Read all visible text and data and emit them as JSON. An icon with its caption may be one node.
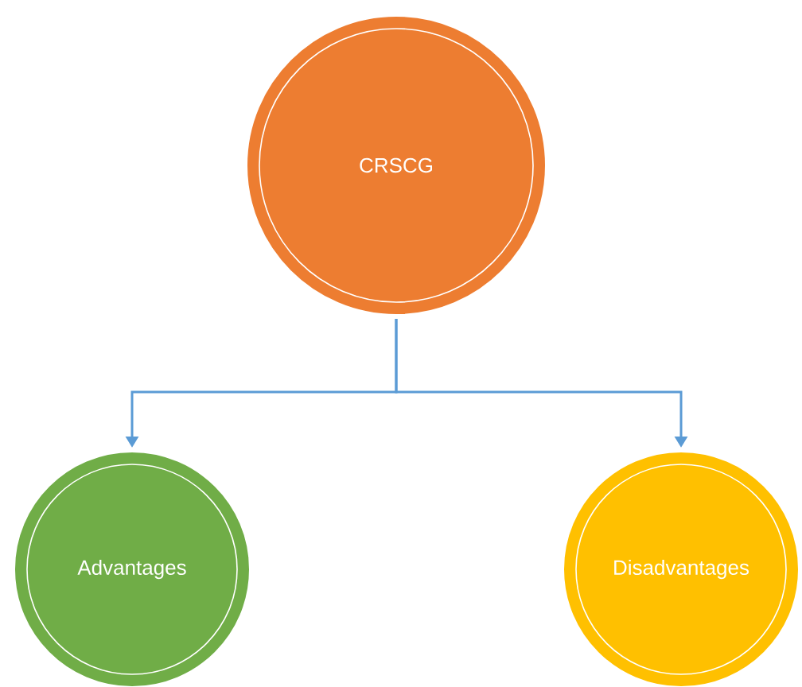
{
  "diagram": {
    "nodes": [
      {
        "text": [
          "CRSCG"
        ]
      },
      {
        "text": [
          "Advantages"
        ]
      },
      {
        "text": [
          "Disadvantages"
        ]
      }
    ],
    "edges": [
      {
        "from": 0,
        "to": 1,
        "arrow": "to"
      },
      {
        "from": 0,
        "to": 2,
        "arrow": "to"
      }
    ]
  }
}
